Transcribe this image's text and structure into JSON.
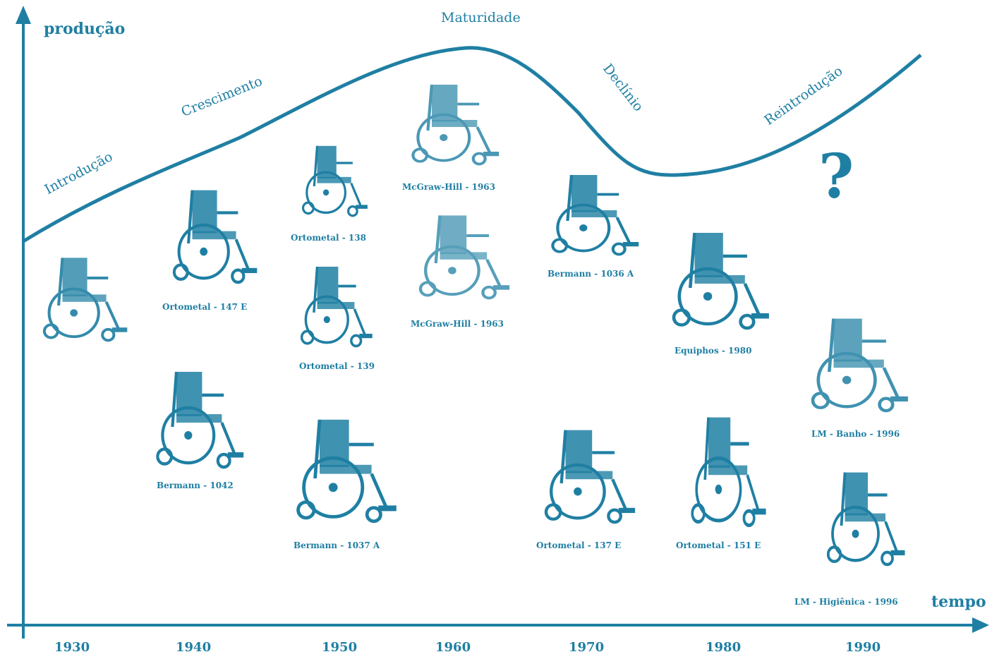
{
  "axes": {
    "y_label": "produção",
    "x_label": "tempo",
    "years": [
      "1930",
      "1940",
      "1950",
      "1960",
      "1970",
      "1980",
      "1990"
    ]
  },
  "phases": {
    "introducao": "Introdução",
    "crescimento": "Crescimento",
    "maturidade": "Maturidade",
    "declinio": "Declínio",
    "reintroducao": "Reintrodução"
  },
  "question_mark": "?",
  "chairs": [
    {
      "label": ""
    },
    {
      "label": "Ortometal - 147 E"
    },
    {
      "label": "Bermann - 1042"
    },
    {
      "label": "Ortometal - 138"
    },
    {
      "label": "Ortometal - 139"
    },
    {
      "label": "Bermann - 1037 A"
    },
    {
      "label": "McGraw-Hill - 1963"
    },
    {
      "label": "McGraw-Hill - 1963"
    },
    {
      "label": "Bermann - 1036 A"
    },
    {
      "label": "Ortometal - 137 E"
    },
    {
      "label": "Equiphos - 1980"
    },
    {
      "label": "Ortometal - 151 E"
    },
    {
      "label": "LM - Banho - 1996"
    },
    {
      "label": "LM - Higiênica - 1996"
    }
  ],
  "colors": {
    "ink": "#1f7fa3",
    "background": "#ffffff"
  }
}
